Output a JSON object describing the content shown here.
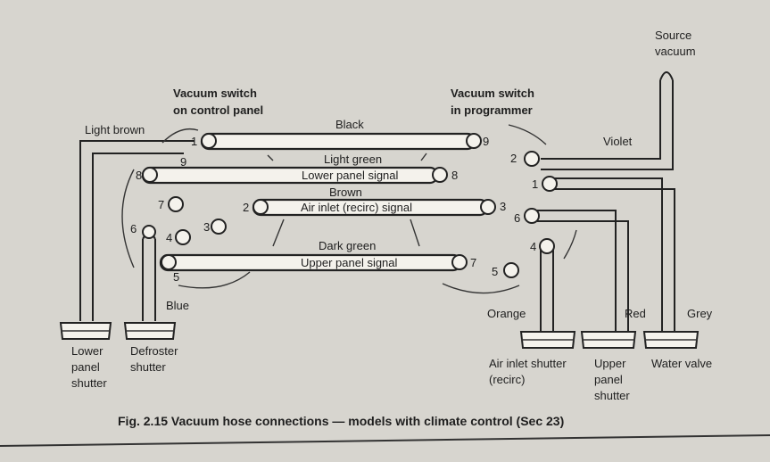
{
  "labels": {
    "source_vacuum_1": "Source",
    "source_vacuum_2": "vacuum",
    "switch_control_1": "Vacuum switch",
    "switch_control_2": "on control panel",
    "switch_prog_1": "Vacuum switch",
    "switch_prog_2": "in programmer",
    "light_brown": "Light brown",
    "black": "Black",
    "violet": "Violet",
    "light_green": "Light green",
    "lower_panel_signal": "Lower panel signal",
    "brown": "Brown",
    "air_inlet_signal": "Air inlet (recirc) signal",
    "dark_green": "Dark green",
    "upper_panel_signal": "Upper panel signal",
    "blue": "Blue",
    "orange": "Orange",
    "red": "Red",
    "grey": "Grey",
    "lower_panel_shutter_1": "Lower",
    "lower_panel_shutter_2": "panel",
    "lower_panel_shutter_3": "shutter",
    "defroster_shutter_1": "Defroster",
    "defroster_shutter_2": "shutter",
    "air_inlet_shutter_1": "Air inlet shutter",
    "air_inlet_shutter_2": "(recirc)",
    "upper_panel_shutter_1": "Upper",
    "upper_panel_shutter_2": "panel",
    "upper_panel_shutter_3": "shutter",
    "water_valve": "Water valve",
    "caption": "Fig. 2.15  Vacuum hose connections — models with climate control (Sec 23)"
  },
  "ports": {
    "left": {
      "p1": "1",
      "p9": "9",
      "p8": "8",
      "p7": "7",
      "p6": "6",
      "p4": "4",
      "p3": "3",
      "p2": "2",
      "p5": "5"
    },
    "right": {
      "p9": "9",
      "p2": "2",
      "p8": "8",
      "p1": "1",
      "p3": "3",
      "p6": "6",
      "p4": "4",
      "p7": "7",
      "p5": "5"
    }
  }
}
